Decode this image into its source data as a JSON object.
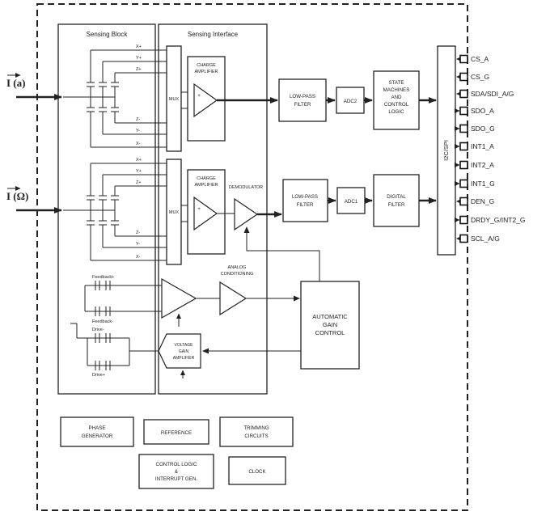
{
  "sections": {
    "sensing_block": "Sensing Block",
    "sensing_interface": "Sensing Interface"
  },
  "inputs": {
    "accel_current": "I (a)",
    "gyro_current": "I (Ω)"
  },
  "mems": {
    "electrodes_top": [
      "X+",
      "Y+",
      "Z+"
    ],
    "electrodes_bottom": [
      "Z-",
      "Y-",
      "X-"
    ]
  },
  "signs": {
    "plus": "+",
    "minus": "-"
  },
  "blocks": {
    "mux": "MUX",
    "charge_amp": [
      "CHARGE",
      "AMPLIFIER"
    ],
    "demodulator": "DEMODULATOR",
    "lpf": [
      "LOW-PASS",
      "FILTER"
    ],
    "adc2": "ADC2",
    "adc1": "ADC1",
    "state_machine": [
      "STATE",
      "MACHINES",
      "AND",
      "CONTROL",
      "LOGIC"
    ],
    "digital_filter": [
      "DIGITAL",
      "FILTER"
    ],
    "i2c_spi": "I2C/SPI",
    "analog_conditioning": [
      "ANALOG",
      "CONDITIONING"
    ],
    "agc": [
      "AUTOMATIC",
      "GAIN",
      "CONTROL"
    ],
    "vga": [
      "VOLTAGE",
      "GAIN",
      "AMPLIFIER"
    ],
    "phase_generator": [
      "PHASE",
      "GENERATOR"
    ],
    "reference": "REFERENCE",
    "trimming_circuits": [
      "TRIMMING",
      "CIRCUITS"
    ],
    "control_logic": [
      "CONTROL LOGIC",
      "&",
      "INTERRUPT GEN."
    ],
    "clock": "CLOCK"
  },
  "transducer_labels": {
    "feedback_plus": "Feedback+",
    "feedback_minus": "Feedback-",
    "drive_minus": "Drive-",
    "drive_plus": "Drive+"
  },
  "pins": [
    {
      "label": "CS_A",
      "direction": "in"
    },
    {
      "label": "CS_G",
      "direction": "in"
    },
    {
      "label": "SDA/SDI_A/G",
      "direction": "in"
    },
    {
      "label": "SDO_A",
      "direction": "out"
    },
    {
      "label": "SDO_G",
      "direction": "out"
    },
    {
      "label": "INT1_A",
      "direction": "out"
    },
    {
      "label": "INT2_A",
      "direction": "out"
    },
    {
      "label": "INT1_G",
      "direction": "out"
    },
    {
      "label": "DEN_G",
      "direction": "in"
    },
    {
      "label": "DRDY_G/INT2_G",
      "direction": "out"
    },
    {
      "label": "SCL_A/G",
      "direction": "in"
    }
  ],
  "colors": {
    "line": "#222222",
    "background": "#ffffff"
  }
}
